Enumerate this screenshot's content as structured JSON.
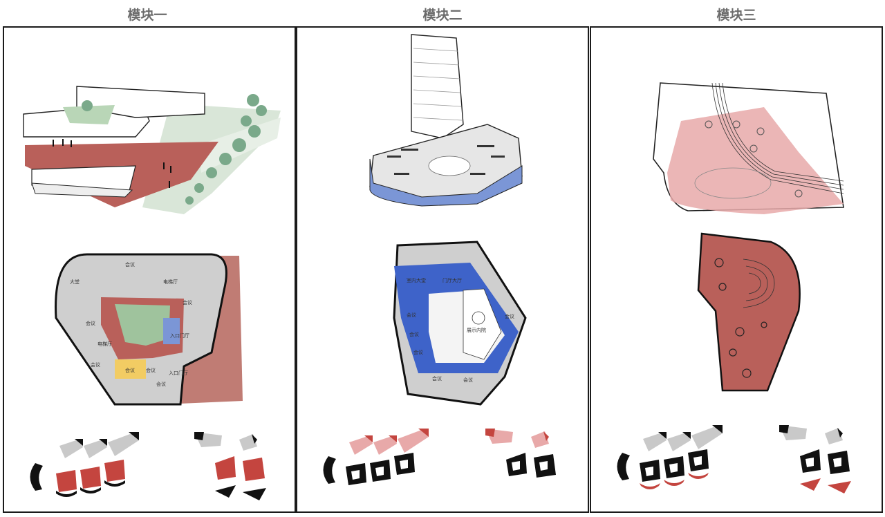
{
  "modules": [
    {
      "title": "模块一",
      "plan_labels": [
        "会议",
        "大堂",
        "电梯厅",
        "会议",
        "电梯厅",
        "会议",
        "会议",
        "会议",
        "会议",
        "入口门厅",
        "入口门厅",
        "会议"
      ]
    },
    {
      "title": "模块二",
      "plan_labels": [
        "室内大堂",
        "门厅大厅",
        "展示内院",
        "会议",
        "会议",
        "会议",
        "会议",
        "会议",
        "会议"
      ]
    },
    {
      "title": "模块三",
      "plan_labels": []
    }
  ],
  "colors": {
    "red": "#c4453f",
    "plaza_red": "#b9605a",
    "pink": "#e8a9a9",
    "blue": "#7b96d6",
    "plan_blue": "#3e63c9",
    "yellow": "#f2cc63",
    "green": "#b9d6b7",
    "grey": "#c9c9c9",
    "black": "#111111"
  }
}
